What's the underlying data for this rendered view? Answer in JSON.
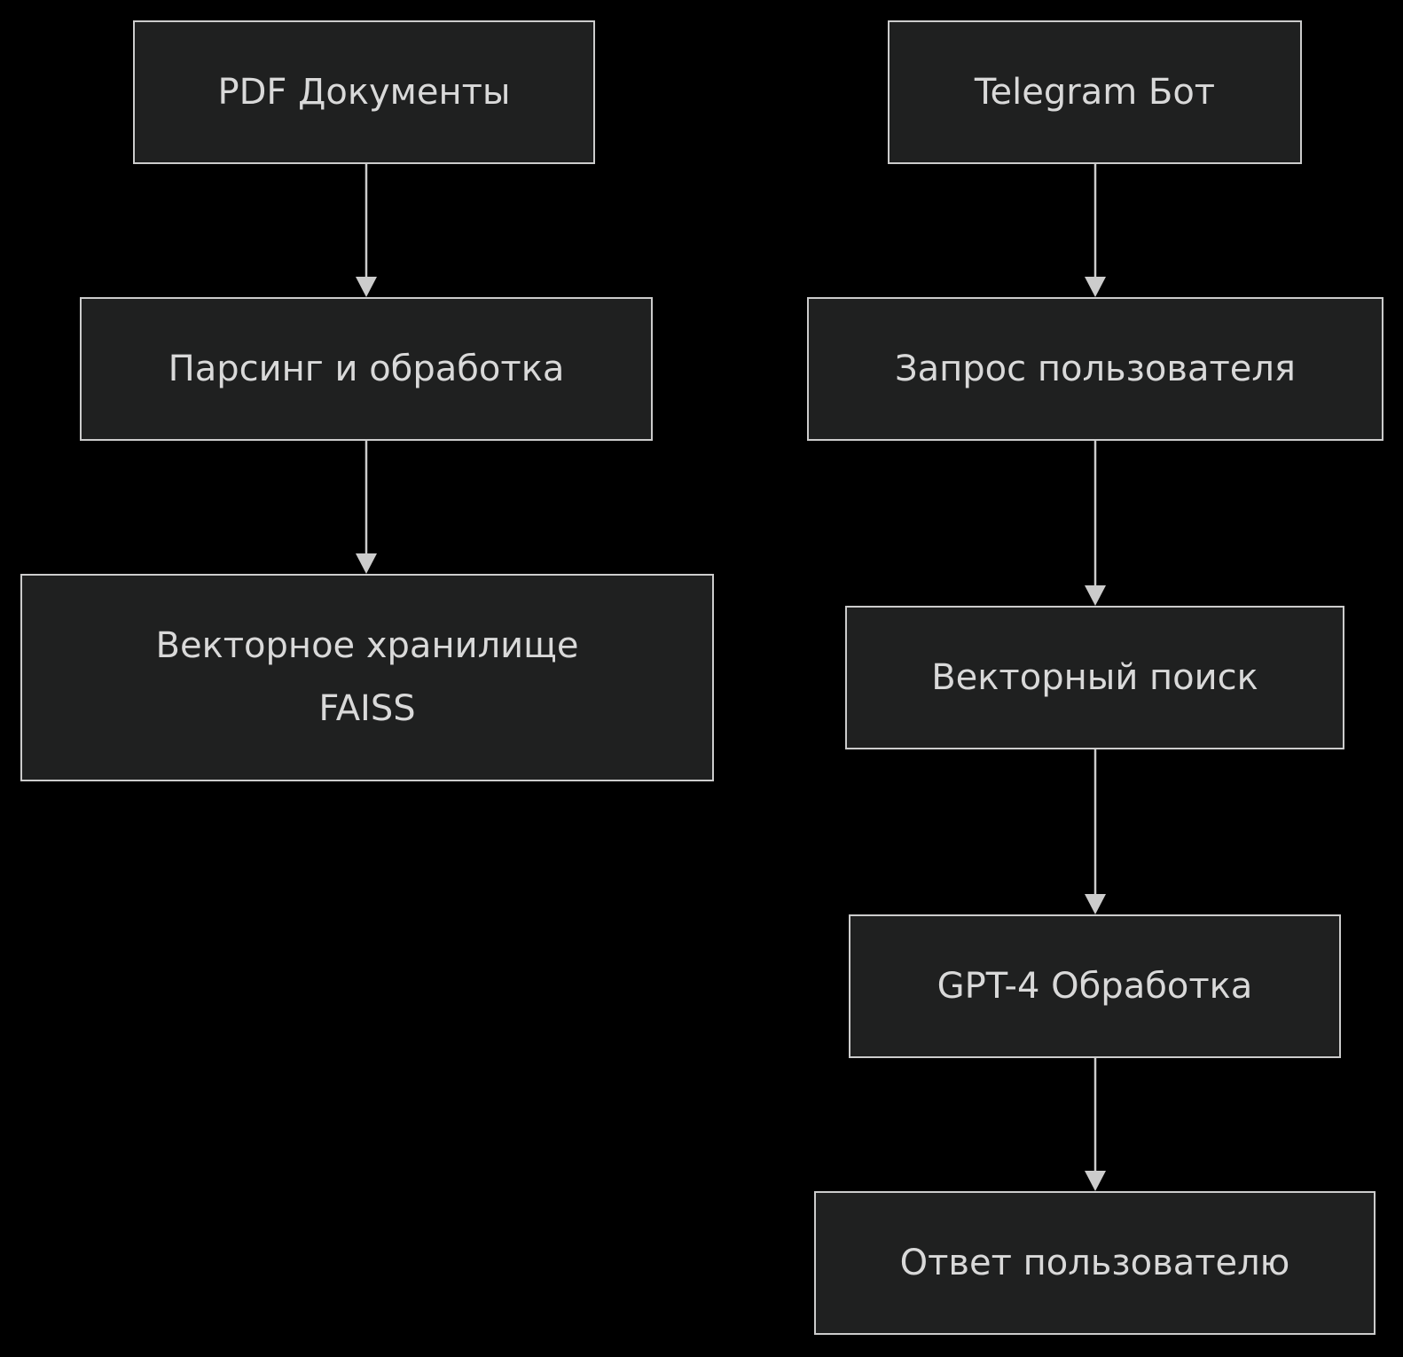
{
  "diagram": {
    "left_flow": {
      "pdf_documents": "PDF Документы",
      "parsing": "Парсинг и обработка",
      "vector_store_line1": "Векторное хранилище",
      "vector_store_line2": "FAISS"
    },
    "right_flow": {
      "telegram_bot": "Telegram Бот",
      "user_query": "Запрос пользователя",
      "vector_search": "Векторный поиск",
      "gpt_processing": "GPT-4 Обработка",
      "user_answer": "Ответ пользователю"
    },
    "edges": [
      {
        "from": "PDF Документы",
        "to": "Парсинг и обработка"
      },
      {
        "from": "Парсинг и обработка",
        "to": "Векторное хранилище FAISS"
      },
      {
        "from": "Telegram Бот",
        "to": "Запрос пользователя"
      },
      {
        "from": "Запрос пользователя",
        "to": "Векторный поиск"
      },
      {
        "from": "Векторный поиск",
        "to": "GPT-4 Обработка"
      },
      {
        "from": "GPT-4 Обработка",
        "to": "Ответ пользователю"
      }
    ],
    "colors": {
      "background": "#000000",
      "node_fill": "#1f2020",
      "node_border": "#cccccc",
      "text": "#d9d9d9",
      "edge": "#cccccc"
    }
  }
}
